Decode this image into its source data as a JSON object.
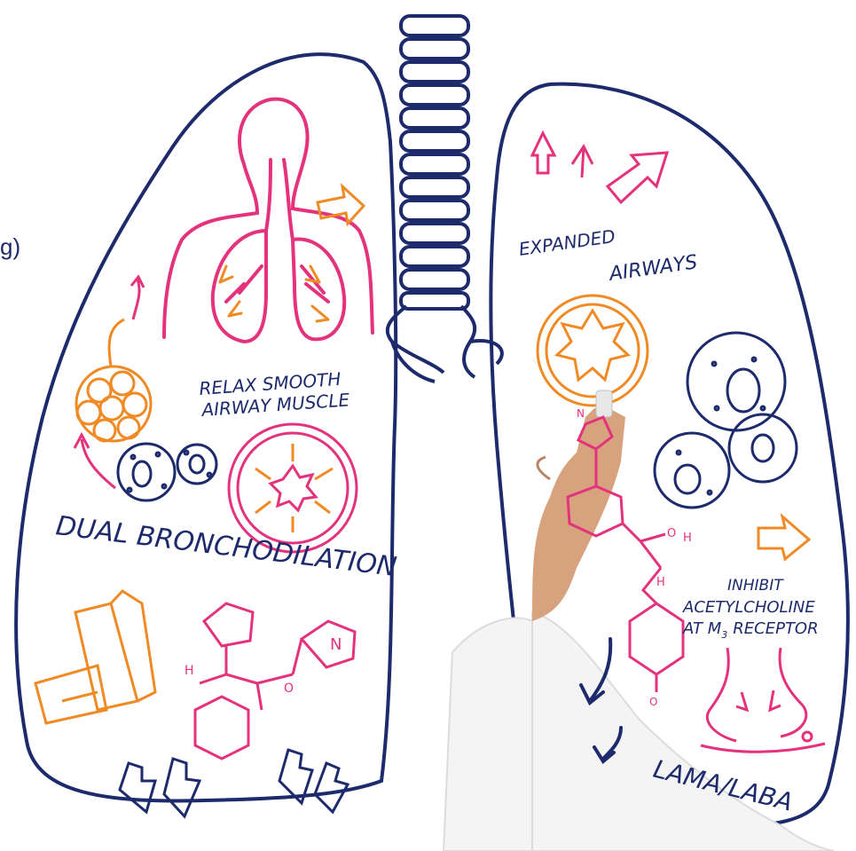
{
  "fragment_text": "g)",
  "labels": {
    "relax_line1": "RELAX SMOOTH",
    "relax_line2": "AIRWAY MUSCLE",
    "dual": "DUAL BRONCHODILATION",
    "expanded_line1": "EXPANDED",
    "expanded_line2": "AIRWAYS",
    "inhibit_line1": "INHIBIT",
    "inhibit_line2": "ACETYLCHOLINE",
    "inhibit_line3": "AT M",
    "inhibit_sub": "3",
    "inhibit_line3b": "RECEPTOR",
    "lama": "LAMA/LABA"
  },
  "chem_letters": {
    "n_left": "N",
    "o_left": "O",
    "ho_left": "H",
    "o_right": "O",
    "h_right": "H",
    "n_right": "N",
    "h_right2": "H",
    "o_bottom": "O"
  },
  "colors": {
    "outline": "#1d2a6b",
    "magenta": "#e4327c",
    "orange": "#f08a24",
    "skin": "#d7a37f",
    "coat": "#f4f4f4"
  }
}
